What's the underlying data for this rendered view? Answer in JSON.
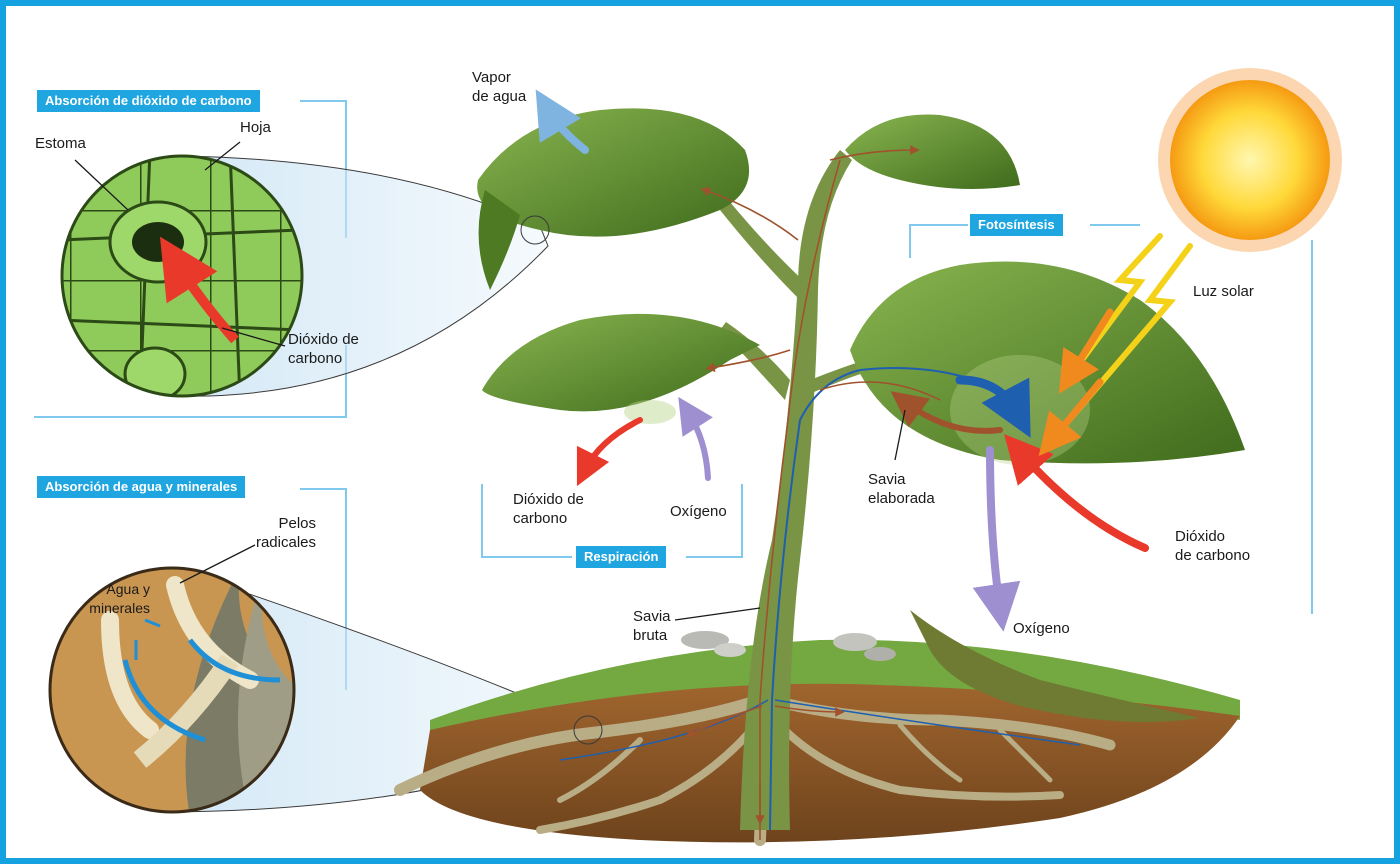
{
  "section_titles": {
    "co2_absorption": "Absorción de dióxido de carbono",
    "water_absorption": "Absorción de agua y minerales",
    "photosynthesis": "Fotosíntesis",
    "respiration": "Respiración"
  },
  "labels": {
    "estoma": "Estoma",
    "hoja": "Hoja",
    "dioxido_inset": "Dióxido de\ncarbono",
    "vapor": "Vapor\nde agua",
    "luz_solar": "Luz solar",
    "savia_elaborada": "Savia\nelaborada",
    "dioxido_resp": "Dióxido de\ncarbono",
    "oxigeno_resp": "Oxígeno",
    "dioxido_photo": "Dióxido\nde carbono",
    "oxigeno_photo": "Oxígeno",
    "pelos": "Pelos\nradicales",
    "agua_minerales": "Agua y\nminerales",
    "savia_bruta": "Savia\nbruta"
  },
  "colors": {
    "frame": "#14a3e0",
    "tag_bg": "#1fa6e0",
    "leaf": "#5f8f2c",
    "stem": "#6f8a3a",
    "soil": "#8a5a2b",
    "co2_arrow": "#e8392b",
    "oxygen_arrow": "#9d8fd0",
    "sap_arrow": "#1f5fb0",
    "sun": "#f4b400"
  }
}
